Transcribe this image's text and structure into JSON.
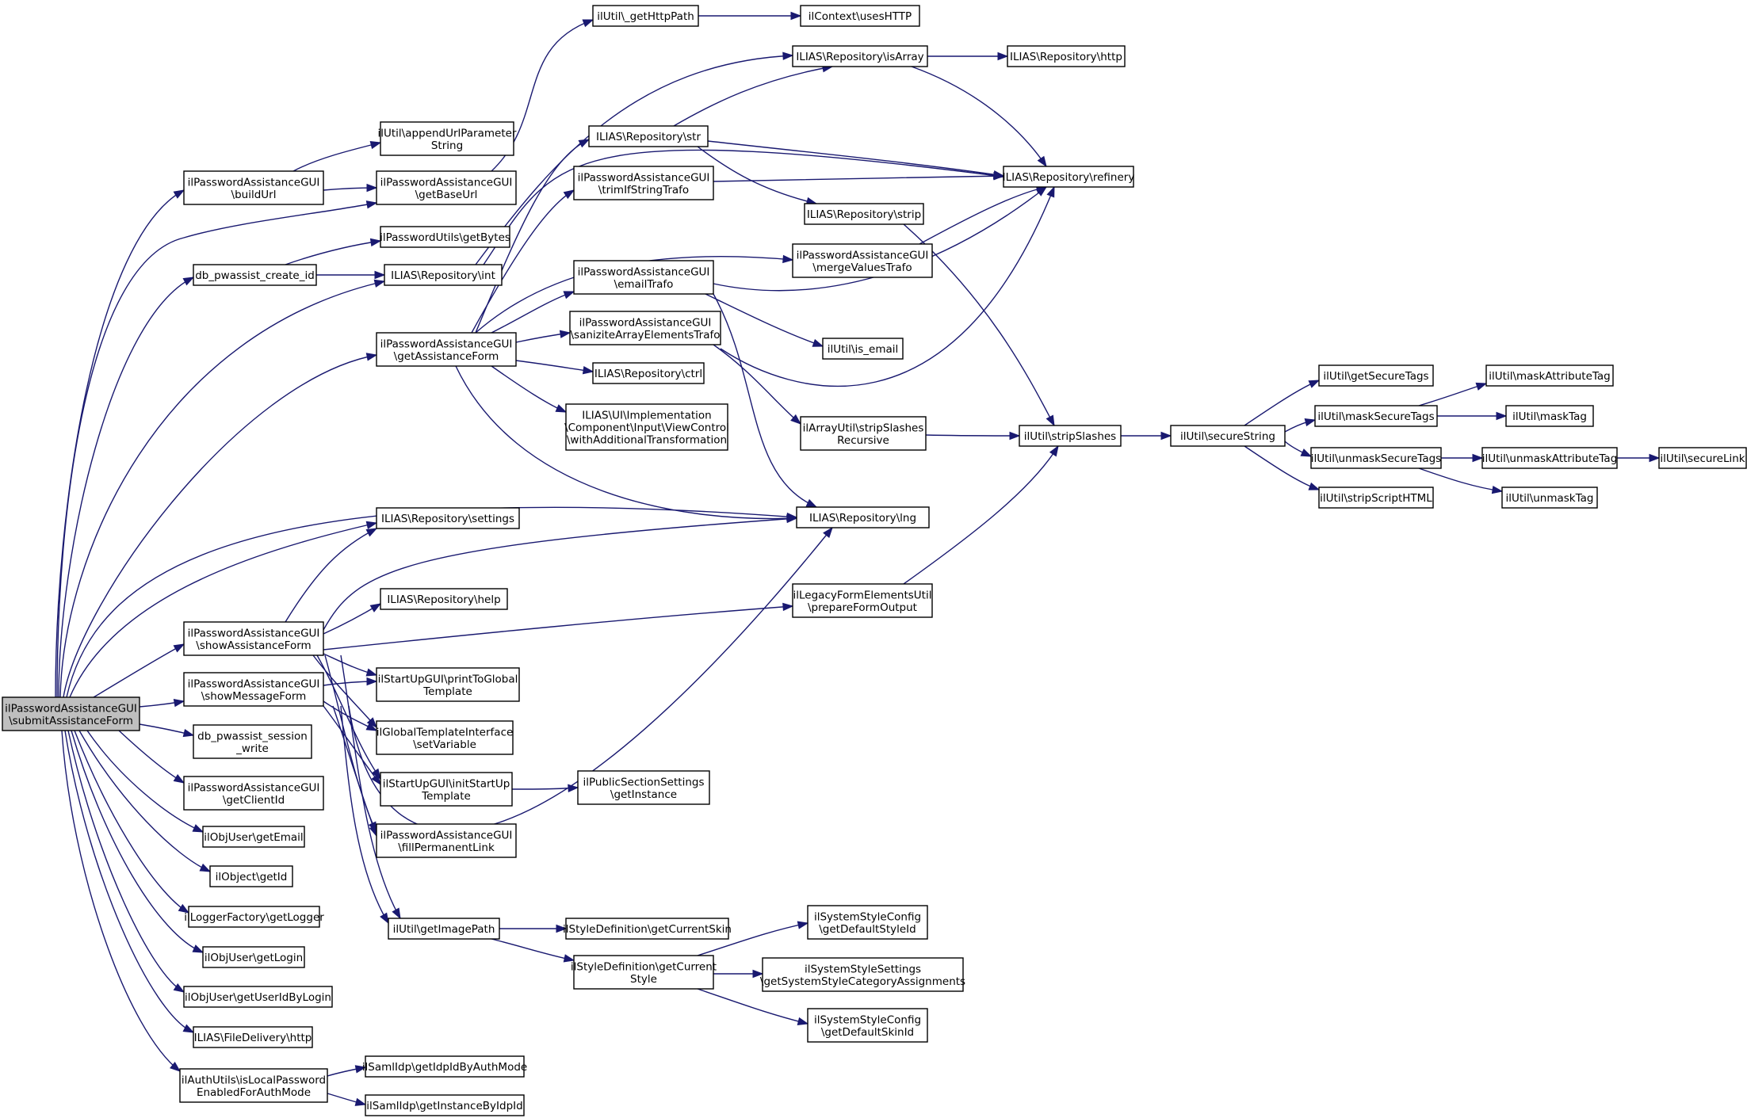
{
  "colors": {
    "edge": "#191970",
    "root_fill": "#bfbfbf",
    "node_fill": "#ffffff",
    "node_stroke": "#000000"
  },
  "nodes": [
    {
      "id": "n0",
      "lines": [
        "ilPasswordAssistanceGUI",
        "\\submitAssistanceForm"
      ],
      "root": true
    },
    {
      "id": "n1",
      "lines": [
        "ilPasswordAssistanceGUI",
        "\\buildUrl"
      ]
    },
    {
      "id": "n2",
      "lines": [
        "db_pwassist_create_id"
      ]
    },
    {
      "id": "n3",
      "lines": [
        "ilPasswordAssistanceGUI",
        "\\getAssistanceForm"
      ]
    },
    {
      "id": "n4",
      "lines": [
        "ILIAS\\Repository\\settings"
      ]
    },
    {
      "id": "n5",
      "lines": [
        "ilPasswordAssistanceGUI",
        "\\showAssistanceForm"
      ]
    },
    {
      "id": "n6",
      "lines": [
        "ilPasswordAssistanceGUI",
        "\\showMessageForm"
      ]
    },
    {
      "id": "n7",
      "lines": [
        "db_pwassist_session",
        "_write"
      ]
    },
    {
      "id": "n8",
      "lines": [
        "ilPasswordAssistanceGUI",
        "\\getClientId"
      ]
    },
    {
      "id": "n9",
      "lines": [
        "ilObjUser\\getEmail"
      ]
    },
    {
      "id": "n10",
      "lines": [
        "ilObject\\getId"
      ]
    },
    {
      "id": "n11",
      "lines": [
        "ilLoggerFactory\\getLogger"
      ]
    },
    {
      "id": "n12",
      "lines": [
        "ilObjUser\\getLogin"
      ]
    },
    {
      "id": "n13",
      "lines": [
        "ilObjUser\\getUserIdByLogin"
      ]
    },
    {
      "id": "n14",
      "lines": [
        "ILIAS\\FileDelivery\\http"
      ]
    },
    {
      "id": "n15",
      "lines": [
        "ilAuthUtils\\isLocalPassword",
        "EnabledForAuthMode"
      ]
    },
    {
      "id": "n16",
      "lines": [
        "ilUtil\\appendUrlParameter",
        "String"
      ]
    },
    {
      "id": "n17",
      "lines": [
        "ilPasswordAssistanceGUI",
        "\\getBaseUrl"
      ]
    },
    {
      "id": "n18",
      "lines": [
        "ilPasswordUtils\\getBytes"
      ]
    },
    {
      "id": "n19",
      "lines": [
        "ILIAS\\Repository\\int"
      ]
    },
    {
      "id": "n20",
      "lines": [
        "ILIAS\\Repository\\help"
      ]
    },
    {
      "id": "n21",
      "lines": [
        "ilStartUpGUI\\printToGlobal",
        "Template"
      ]
    },
    {
      "id": "n22",
      "lines": [
        "ilGlobalTemplateInterface",
        "\\setVariable"
      ]
    },
    {
      "id": "n23",
      "lines": [
        "ilStartUpGUI\\initStartUp",
        "Template"
      ]
    },
    {
      "id": "n24",
      "lines": [
        "ilPasswordAssistanceGUI",
        "\\fillPermanentLink"
      ]
    },
    {
      "id": "n25",
      "lines": [
        "ilUtil\\getImagePath"
      ]
    },
    {
      "id": "n26",
      "lines": [
        "ilSamlIdp\\getIdpIdByAuthMode"
      ]
    },
    {
      "id": "n27",
      "lines": [
        "ilSamlIdp\\getInstanceByIdpId"
      ]
    },
    {
      "id": "n28",
      "lines": [
        "ilUtil\\_getHttpPath"
      ]
    },
    {
      "id": "n29",
      "lines": [
        "ILIAS\\Repository\\str"
      ]
    },
    {
      "id": "n30",
      "lines": [
        "ilPasswordAssistanceGUI",
        "\\trimIfStringTrafo"
      ]
    },
    {
      "id": "n31",
      "lines": [
        "ilPasswordAssistanceGUI",
        "\\emailTrafo"
      ]
    },
    {
      "id": "n32",
      "lines": [
        "ilPasswordAssistanceGUI",
        "\\saniziteArrayElementsTrafo"
      ]
    },
    {
      "id": "n33",
      "lines": [
        "ILIAS\\Repository\\ctrl"
      ]
    },
    {
      "id": "n34",
      "lines": [
        "ILIAS\\UI\\Implementation",
        "\\Component\\Input\\ViewControl",
        "\\withAdditionalTransformation"
      ]
    },
    {
      "id": "n35",
      "lines": [
        "ilPublicSectionSettings",
        "\\getInstance"
      ]
    },
    {
      "id": "n36",
      "lines": [
        "ilStyleDefinition\\getCurrentSkin"
      ]
    },
    {
      "id": "n37",
      "lines": [
        "ilStyleDefinition\\getCurrent",
        "Style"
      ]
    },
    {
      "id": "n38",
      "lines": [
        "ilContext\\usesHTTP"
      ]
    },
    {
      "id": "n39",
      "lines": [
        "ILIAS\\Repository\\isArray"
      ]
    },
    {
      "id": "n40",
      "lines": [
        "ILIAS\\Repository\\strip"
      ]
    },
    {
      "id": "n41",
      "lines": [
        "ilPasswordAssistanceGUI",
        "\\mergeValuesTrafo"
      ]
    },
    {
      "id": "n42",
      "lines": [
        "ilUtil\\is_email"
      ]
    },
    {
      "id": "n43",
      "lines": [
        "ilArrayUtil\\stripSlashes",
        "Recursive"
      ]
    },
    {
      "id": "n44",
      "lines": [
        "ILIAS\\Repository\\lng"
      ]
    },
    {
      "id": "n45",
      "lines": [
        "ilLegacyFormElementsUtil",
        "\\prepareFormOutput"
      ]
    },
    {
      "id": "n46",
      "lines": [
        "ilSystemStyleConfig",
        "\\getDefaultStyleId"
      ]
    },
    {
      "id": "n47",
      "lines": [
        "ilSystemStyleSettings",
        "\\getSystemStyleCategoryAssignments"
      ]
    },
    {
      "id": "n48",
      "lines": [
        "ilSystemStyleConfig",
        "\\getDefaultSkinId"
      ]
    },
    {
      "id": "n49",
      "lines": [
        "ILIAS\\Repository\\http"
      ]
    },
    {
      "id": "n50",
      "lines": [
        "ILIAS\\Repository\\refinery"
      ]
    },
    {
      "id": "n51",
      "lines": [
        "ilUtil\\stripSlashes"
      ]
    },
    {
      "id": "n52",
      "lines": [
        "ilUtil\\secureString"
      ]
    },
    {
      "id": "n53",
      "lines": [
        "ilUtil\\getSecureTags"
      ]
    },
    {
      "id": "n54",
      "lines": [
        "ilUtil\\maskSecureTags"
      ]
    },
    {
      "id": "n55",
      "lines": [
        "ilUtil\\unmaskSecureTags"
      ]
    },
    {
      "id": "n56",
      "lines": [
        "ilUtil\\stripScriptHTML"
      ]
    },
    {
      "id": "n57",
      "lines": [
        "ilUtil\\maskAttributeTag"
      ]
    },
    {
      "id": "n58",
      "lines": [
        "ilUtil\\maskTag"
      ]
    },
    {
      "id": "n59",
      "lines": [
        "ilUtil\\unmaskAttributeTag"
      ]
    },
    {
      "id": "n60",
      "lines": [
        "ilUtil\\unmaskTag"
      ]
    },
    {
      "id": "n61",
      "lines": [
        "ilUtil\\secureLink"
      ]
    }
  ],
  "edges": [
    [
      "n0",
      "n1"
    ],
    [
      "n0",
      "n17"
    ],
    [
      "n0",
      "n2"
    ],
    [
      "n0",
      "n19"
    ],
    [
      "n0",
      "n3"
    ],
    [
      "n0",
      "n44"
    ],
    [
      "n0",
      "n4"
    ],
    [
      "n0",
      "n5"
    ],
    [
      "n0",
      "n6"
    ],
    [
      "n0",
      "n7"
    ],
    [
      "n0",
      "n8"
    ],
    [
      "n0",
      "n9"
    ],
    [
      "n0",
      "n10"
    ],
    [
      "n0",
      "n11"
    ],
    [
      "n0",
      "n12"
    ],
    [
      "n0",
      "n13"
    ],
    [
      "n0",
      "n14"
    ],
    [
      "n0",
      "n15"
    ],
    [
      "n1",
      "n16"
    ],
    [
      "n1",
      "n17"
    ],
    [
      "n2",
      "n18"
    ],
    [
      "n2",
      "n19"
    ],
    [
      "n3",
      "n29"
    ],
    [
      "n3",
      "n30"
    ],
    [
      "n3",
      "n41"
    ],
    [
      "n3",
      "n31"
    ],
    [
      "n3",
      "n32"
    ],
    [
      "n3",
      "n33"
    ],
    [
      "n3",
      "n34"
    ],
    [
      "n3",
      "n44"
    ],
    [
      "n5",
      "n4"
    ],
    [
      "n5",
      "n44"
    ],
    [
      "n5",
      "n20"
    ],
    [
      "n5",
      "n45"
    ],
    [
      "n5",
      "n21"
    ],
    [
      "n5",
      "n22"
    ],
    [
      "n5",
      "n23"
    ],
    [
      "n5",
      "n24"
    ],
    [
      "n5",
      "n25"
    ],
    [
      "n6",
      "n21"
    ],
    [
      "n6",
      "n22"
    ],
    [
      "n6",
      "n23"
    ],
    [
      "n6",
      "n24"
    ],
    [
      "n6",
      "n25"
    ],
    [
      "n6",
      "n44"
    ],
    [
      "n15",
      "n26"
    ],
    [
      "n15",
      "n27"
    ],
    [
      "n17",
      "n28"
    ],
    [
      "n19",
      "n39"
    ],
    [
      "n19",
      "n50"
    ],
    [
      "n23",
      "n35"
    ],
    [
      "n25",
      "n36"
    ],
    [
      "n25",
      "n37"
    ],
    [
      "n28",
      "n38"
    ],
    [
      "n29",
      "n39"
    ],
    [
      "n29",
      "n50"
    ],
    [
      "n29",
      "n40"
    ],
    [
      "n30",
      "n50"
    ],
    [
      "n31",
      "n50"
    ],
    [
      "n31",
      "n42"
    ],
    [
      "n31",
      "n44"
    ],
    [
      "n32",
      "n43"
    ],
    [
      "n32",
      "n50"
    ],
    [
      "n37",
      "n46"
    ],
    [
      "n37",
      "n47"
    ],
    [
      "n37",
      "n48"
    ],
    [
      "n39",
      "n49"
    ],
    [
      "n39",
      "n50"
    ],
    [
      "n40",
      "n51"
    ],
    [
      "n41",
      "n50"
    ],
    [
      "n43",
      "n51"
    ],
    [
      "n45",
      "n51"
    ],
    [
      "n51",
      "n52"
    ],
    [
      "n52",
      "n53"
    ],
    [
      "n52",
      "n54"
    ],
    [
      "n52",
      "n55"
    ],
    [
      "n52",
      "n56"
    ],
    [
      "n54",
      "n57"
    ],
    [
      "n54",
      "n58"
    ],
    [
      "n55",
      "n59"
    ],
    [
      "n55",
      "n60"
    ],
    [
      "n59",
      "n61"
    ]
  ]
}
